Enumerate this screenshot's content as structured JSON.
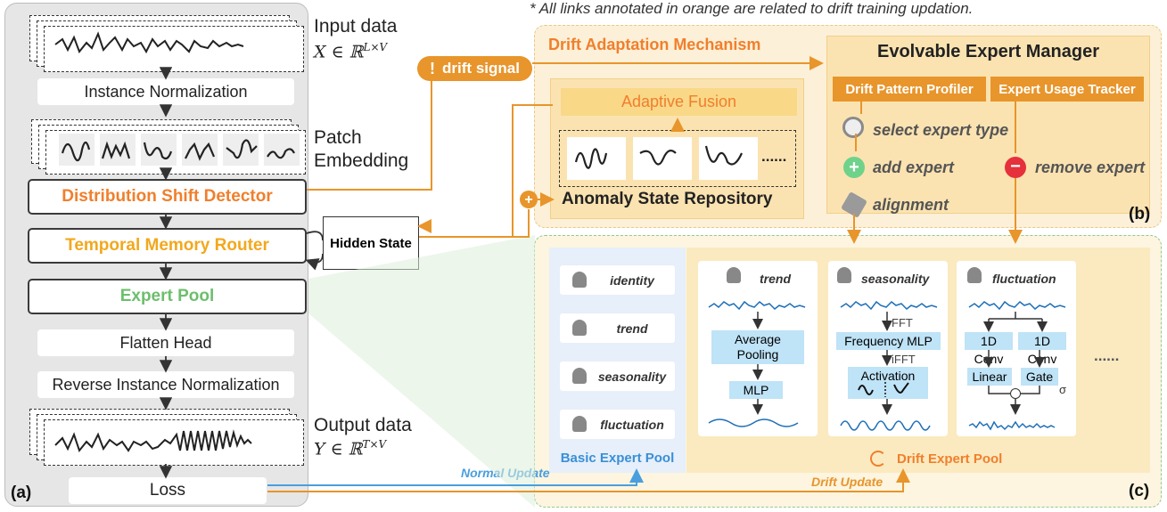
{
  "footnote": "* All links annotated in orange are related to drift training updation.",
  "panel_a": {
    "label": "(a)",
    "input_label": "Input data",
    "input_math": "X ∈ ℝ",
    "input_sup": "L×V",
    "instance_norm": "Instance Normalization",
    "patch_label_1": "Patch",
    "patch_label_2": "Embedding",
    "shift_detector": "Distribution Shift Detector",
    "memory_router": "Temporal Memory Router",
    "expert_pool": "Expert Pool",
    "flatten_head": "Flatten Head",
    "reverse_norm": "Reverse Instance Normalization",
    "output_label": "Output data",
    "output_math": "Y ∈ ℝ",
    "output_sup": "T×V",
    "loss": "Loss",
    "hidden_state": "Hidden State"
  },
  "panel_b": {
    "label": "(b)",
    "title": "Drift Adaptation Mechanism",
    "drift_signal": "drift signal",
    "adaptive_fusion": "Adaptive Fusion",
    "repository": "Anomaly State Repository",
    "ellipsis": "......",
    "manager_title": "Evolvable Expert Manager",
    "profiler": "Drift Pattern Profiler",
    "tracker": "Expert Usage Tracker",
    "select_type": "select expert type",
    "add_expert": "add expert",
    "remove_expert": "remove expert",
    "alignment": "alignment"
  },
  "panel_c": {
    "label": "(c)",
    "basic_pool_label": "Basic Expert Pool",
    "basic_experts": [
      "identity",
      "trend",
      "seasonality",
      "fluctuation"
    ],
    "drift_pool_label": "Drift Expert Pool",
    "trend_title": "trend",
    "trend_avg_pooling_1": "Average",
    "trend_avg_pooling_2": "Pooling",
    "trend_mlp": "MLP",
    "season_title": "seasonality",
    "season_fft": "FFT",
    "season_freq_mlp": "Frequency MLP",
    "season_ifft": "iFFT",
    "season_activation": "Activation",
    "fluct_title": "fluctuation",
    "fluct_conv1": "1D Conv",
    "fluct_conv2": "1D Conv",
    "fluct_linear": "Linear",
    "fluct_gate": "Gate",
    "fluct_sigma": "σ",
    "more": "......",
    "normal_update": "Normal Update",
    "drift_update": "Drift Update"
  },
  "colors": {
    "orange": "#e8952b",
    "orange_text": "#f07f2c",
    "yellow_text": "#f2a81d",
    "green_text": "#6cbf6c",
    "blue": "#4a9ede",
    "panel_gray": "#e6e6e6",
    "panel_b_bg": "#fdf0d8",
    "panel_c_bg": "#fdf5e0",
    "basic_pool_bg": "#e6effa",
    "expert_block_bg": "#bfe3f7"
  }
}
